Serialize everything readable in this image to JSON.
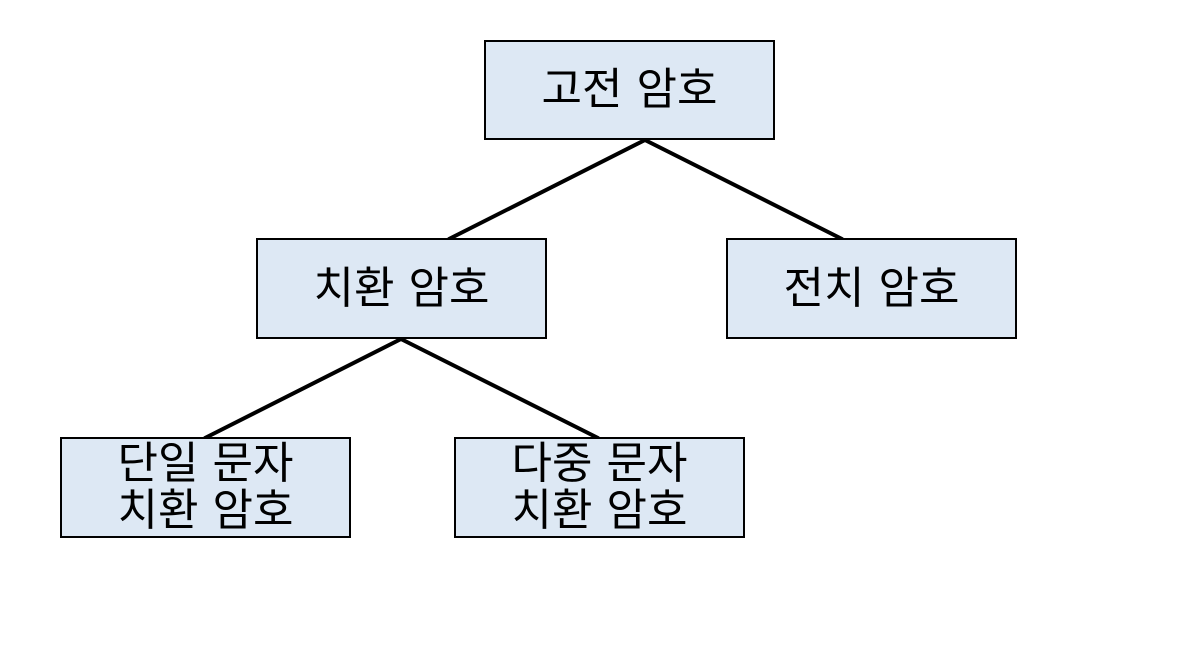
{
  "diagram": {
    "colors": {
      "node_fill": "#dde8f4",
      "node_border": "#000000",
      "edge": "#000000",
      "text": "#000000"
    },
    "nodes": {
      "root": {
        "label": "고전 암호"
      },
      "subst": {
        "label": "치환 암호"
      },
      "trans": {
        "label": "전치 암호"
      },
      "mono": {
        "label": "단일 문자\n치환 암호"
      },
      "poly": {
        "label": "다중 문자\n치환 암호"
      }
    },
    "edges": [
      {
        "from": "root",
        "to": "subst"
      },
      {
        "from": "root",
        "to": "trans"
      },
      {
        "from": "subst",
        "to": "mono"
      },
      {
        "from": "subst",
        "to": "poly"
      }
    ]
  }
}
